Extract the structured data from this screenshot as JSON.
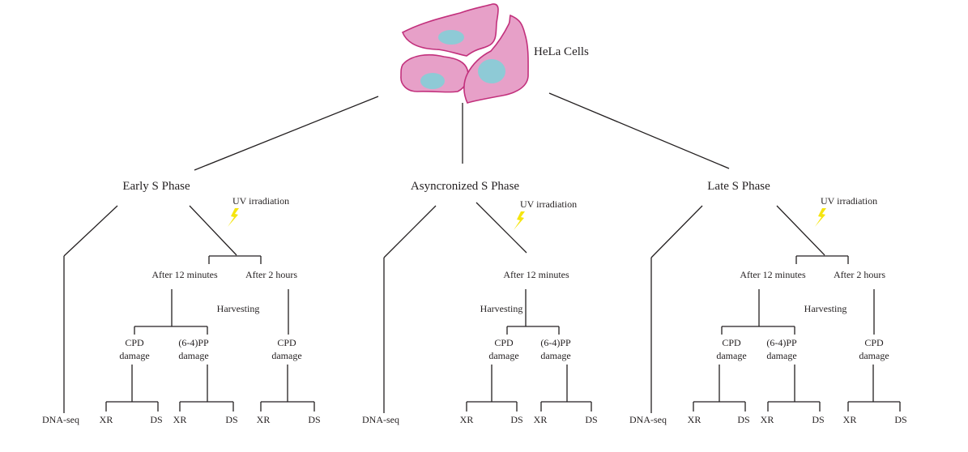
{
  "title": "HeLa Cells",
  "colors": {
    "cell_fill": "#e7a0c8",
    "cell_stroke": "#c2307c",
    "nucleus": "#8ecad6",
    "bolt": "#f5e50f",
    "line": "#231f20"
  },
  "icons": [
    "cell-icon",
    "lightning-bolt-icon"
  ],
  "branches": [
    {
      "phase": "Early S Phase",
      "uv": "UV irradiation",
      "dna_seq": "DNA-seq",
      "t12": "After 12 minutes",
      "t2h": "After 2 hours",
      "harvest": "Harvesting",
      "cpd": [
        "CPD",
        "damage"
      ],
      "pp": [
        "(6-4)PP",
        "damage"
      ],
      "cpd2": [
        "CPD",
        "damage"
      ],
      "xr": "XR",
      "ds": "DS"
    },
    {
      "phase": "Asyncronized S Phase",
      "uv": "UV irradiation",
      "dna_seq": "DNA-seq",
      "t12": "After 12 minutes",
      "harvest": "Harvesting",
      "cpd": [
        "CPD",
        "damage"
      ],
      "pp": [
        "(6-4)PP",
        "damage"
      ],
      "xr": "XR",
      "ds": "DS"
    },
    {
      "phase": "Late S Phase",
      "uv": "UV irradiation",
      "dna_seq": "DNA-seq",
      "t12": "After 12 minutes",
      "t2h": "After 2 hours",
      "harvest": "Harvesting",
      "cpd": [
        "CPD",
        "damage"
      ],
      "pp": [
        "(6-4)PP",
        "damage"
      ],
      "cpd2": [
        "CPD",
        "damage"
      ],
      "xr": "XR",
      "ds": "DS"
    }
  ]
}
